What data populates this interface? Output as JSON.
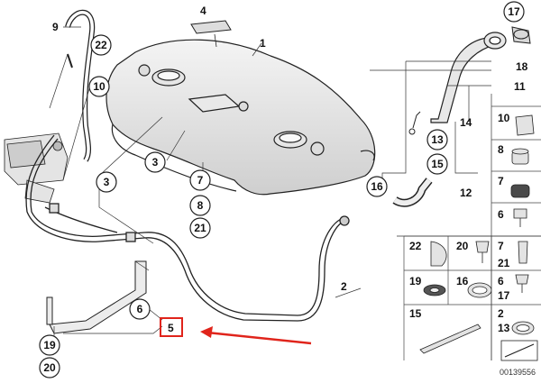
{
  "labels": {
    "l1": "1",
    "l2": "2",
    "l4": "4",
    "l9": "9",
    "l11": "11",
    "l12": "12",
    "l14": "14",
    "l15r": "15",
    "l5": "5"
  },
  "callouts": {
    "c17": "17",
    "c22a": "22",
    "c10a": "10",
    "c18": "18",
    "c3a": "3",
    "c3b": "3",
    "c7a": "7",
    "c8a": "8",
    "c21a": "21",
    "c13a": "13",
    "c15a": "15",
    "c16a": "16",
    "c19a": "19",
    "c20a": "20",
    "c6a": "6"
  },
  "parts_grid": {
    "r10": "10",
    "r8": "8",
    "r7": "7",
    "r6": "6",
    "p22": "22",
    "p20": "20",
    "p7": "7",
    "p21": "21",
    "p19": "19",
    "p16": "16",
    "p6": "6",
    "p17": "17",
    "p15": "15",
    "p2": "2",
    "p13": "13"
  },
  "reference_number": "00139556",
  "colors": {
    "highlight": "#e0241b",
    "line": "#111111"
  }
}
